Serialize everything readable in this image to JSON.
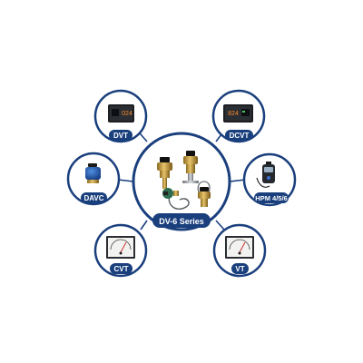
{
  "diagram": {
    "center": {
      "label": "DV-6 Series"
    },
    "nodes": [
      {
        "id": "dvt",
        "label": "DVT",
        "icon": "digital-panel-meter"
      },
      {
        "id": "dcvt",
        "label": "DCVT",
        "icon": "digital-panel-meter"
      },
      {
        "id": "davc",
        "label": "DAVC",
        "icon": "blue-controller-module"
      },
      {
        "id": "hpm",
        "label": "HPM 4/5/6",
        "icon": "handheld-vacuum-meter"
      },
      {
        "id": "cvt",
        "label": "CVT",
        "icon": "analog-panel-meter"
      },
      {
        "id": "vt",
        "label": "VT",
        "icon": "analog-panel-meter"
      }
    ],
    "readouts": {
      "dvt": "024",
      "dcvt": "824"
    },
    "colors": {
      "accent": "#1a3f7d",
      "connector": "#1a3f7d",
      "ring_fill": "#ffffff",
      "label_text": "#ffffff"
    }
  }
}
